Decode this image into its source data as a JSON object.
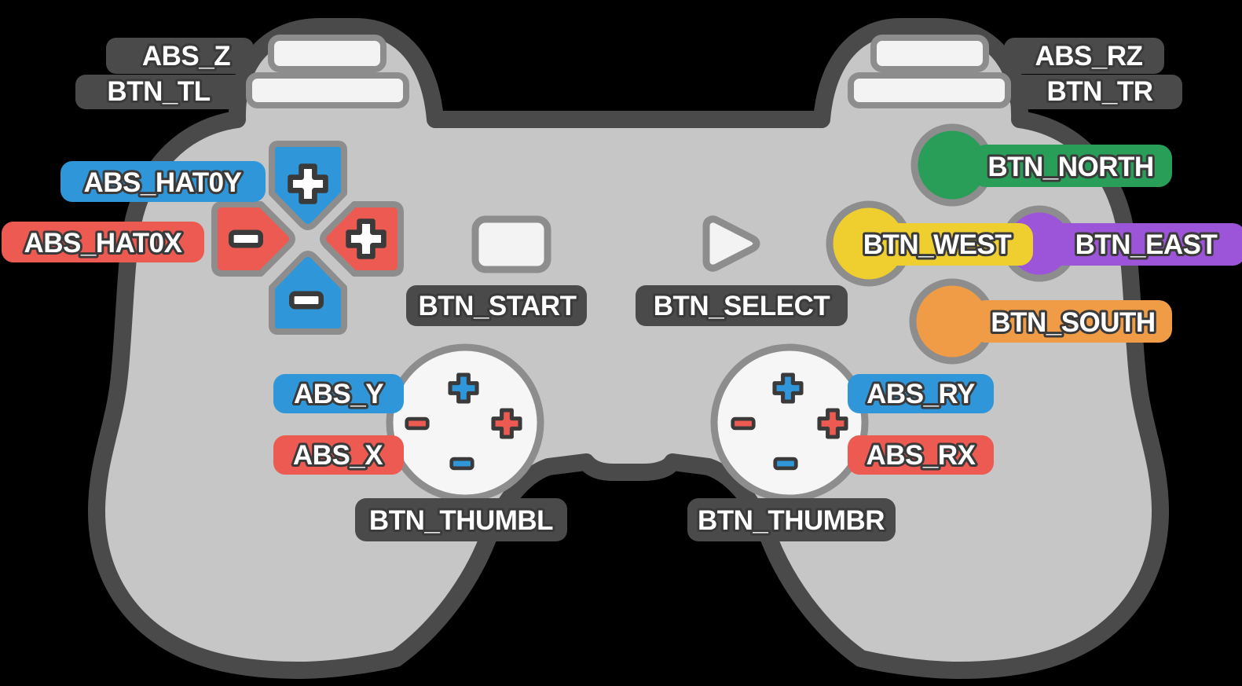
{
  "background_color": "#000000",
  "palette": {
    "body": "#c6c6c6",
    "outline": "#4a4a4a",
    "ring": "#8d8d8d",
    "button_face": "#f3f3f3",
    "blue": "#2f96d9",
    "red": "#ec5a52",
    "green": "#289e58",
    "yellow": "#eecf2f",
    "purple": "#9c55d8",
    "orange": "#f09c47",
    "label_dark": "#4a4a4a",
    "label_text": "#ffffff",
    "label_text_outline": "#3a3a3a",
    "sign_white": "#ffffff"
  },
  "shoulders": {
    "left": {
      "axis_label": "ABS_Z",
      "button_label": "BTN_TL"
    },
    "right": {
      "axis_label": "ABS_RZ",
      "button_label": "BTN_TR"
    }
  },
  "dpad": {
    "vertical_axis_label": "ABS_HAT0Y",
    "horizontal_axis_label": "ABS_HAT0X",
    "up_sign": "+",
    "down_sign": "−",
    "left_sign": "−",
    "right_sign": "+"
  },
  "center_buttons": {
    "start_label": "BTN_START",
    "select_label": "BTN_SELECT"
  },
  "face_buttons": {
    "north_label": "BTN_NORTH",
    "west_label": "BTN_WEST",
    "east_label": "BTN_EAST",
    "south_label": "BTN_SOUTH"
  },
  "left_stick": {
    "vertical_axis_label": "ABS_Y",
    "horizontal_axis_label": "ABS_X",
    "click_label": "BTN_THUMBL",
    "up_sign": "+",
    "down_sign": "−",
    "left_sign": "−",
    "right_sign": "+"
  },
  "right_stick": {
    "vertical_axis_label": "ABS_RY",
    "horizontal_axis_label": "ABS_RX",
    "click_label": "BTN_THUMBR",
    "up_sign": "+",
    "down_sign": "−",
    "left_sign": "−",
    "right_sign": "+"
  }
}
